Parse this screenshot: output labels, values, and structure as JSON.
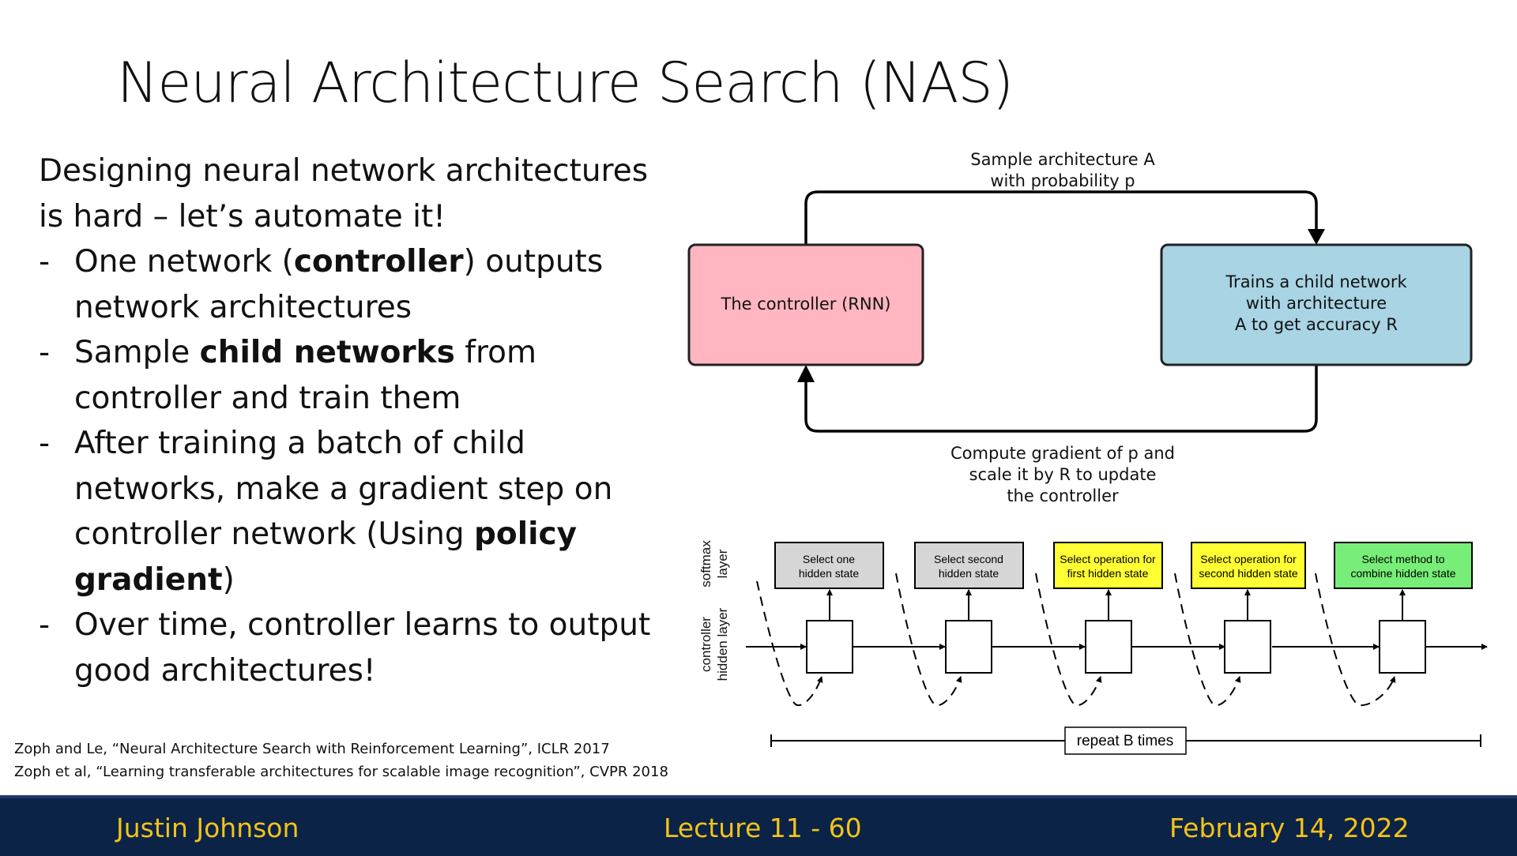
{
  "slide": {
    "title": "Neural Architecture Search (NAS)",
    "intro_line1": "Designing neural network architectures",
    "intro_line2": "is hard – let’s automate it!",
    "bullets": [
      {
        "dash": "-",
        "line1_pre": "One network (",
        "line1_bold": "controller",
        "line1_post": ") outputs",
        "line2": "network architectures"
      },
      {
        "dash": "-",
        "line1_pre": "Sample ",
        "line1_bold": "child networks",
        "line1_post": " from",
        "line2": "controller and train them"
      },
      {
        "dash": "-",
        "line1": "After training a batch of child",
        "line2": "networks, make a gradient step on",
        "line3_pre": "controller network (Using ",
        "line3_bold": "policy",
        "line4_bold": "gradient",
        "line4_post": ")"
      },
      {
        "dash": "-",
        "line1": "Over time, controller learns to output",
        "line2": "good architectures!"
      }
    ]
  },
  "citations": [
    "Zoph and Le, “Neural Architecture Search with Reinforcement Learning”, ICLR 2017",
    "Zoph et al, “Learning transferable architectures for scalable image recognition”, CVPR 2018"
  ],
  "diagram_top": {
    "top_label_line1": "Sample architecture A",
    "top_label_line2": "with probability p",
    "controller_label": "The controller (RNN)",
    "child_line1": "Trains a child network",
    "child_line2": "with architecture",
    "child_line3": "A to get accuracy R",
    "bottom_label_line1": "Compute gradient of p and",
    "bottom_label_line2": "scale it by R to update",
    "bottom_label_line3": "the controller",
    "colors": {
      "controller_fill": "#ffb6c1",
      "child_fill": "#a8d4e4"
    }
  },
  "diagram_bottom": {
    "softmax_label_line1": "softmax",
    "softmax_label_line2": "layer",
    "hidden_label_line1": "controller",
    "hidden_label_line2": "hidden layer",
    "steps": [
      {
        "line1": "Select one",
        "line2": "hidden state",
        "color": "#d6d6d6"
      },
      {
        "line1": "Select second",
        "line2": "hidden state",
        "color": "#d6d6d6"
      },
      {
        "line1": "Select operation for",
        "line2": "first hidden state",
        "color": "#ffff33"
      },
      {
        "line1": "Select operation for",
        "line2": "second hidden state",
        "color": "#ffff33"
      },
      {
        "line1": "Select method to",
        "line2": "combine hidden state",
        "color": "#77ee77"
      }
    ],
    "repeat_label": "repeat B times"
  },
  "footer": {
    "author": "Justin Johnson",
    "lecture": "Lecture 11 - 60",
    "date": "February 14, 2022",
    "background": "#0b2346",
    "text_color": "#f3c31a"
  }
}
